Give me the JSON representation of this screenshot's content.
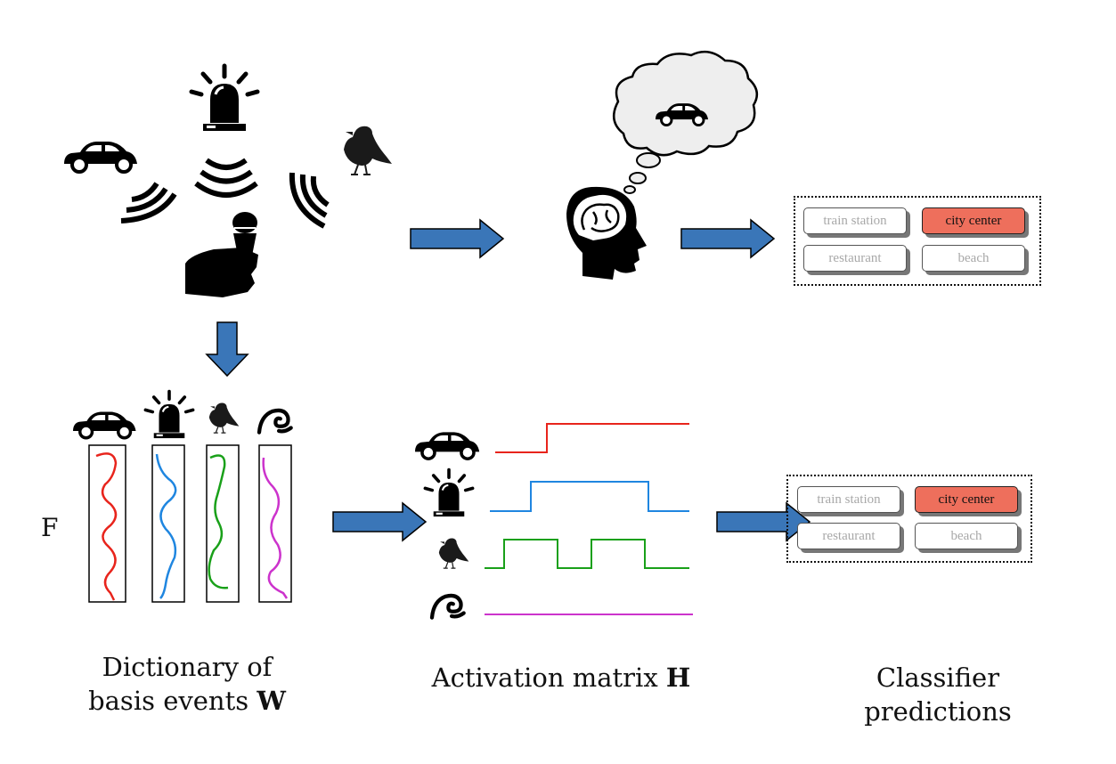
{
  "captions": {
    "dictionary_line1": "Dictionary of",
    "dictionary_line2": "basis events",
    "dictionary_symbol": "W",
    "activation": "Activation matrix",
    "activation_symbol": "H",
    "classifier": "Classifier predictions"
  },
  "axis": {
    "f_label": "F"
  },
  "predictions_top": {
    "labels": [
      "train station",
      "city center",
      "restaurant",
      "beach"
    ],
    "selected": "city center"
  },
  "predictions_bottom": {
    "labels": [
      "train station",
      "city center",
      "restaurant",
      "beach"
    ],
    "selected": "city center"
  },
  "icons": {
    "scene": [
      "car-icon",
      "siren-icon",
      "bird-icon",
      "microphone-hand-icon",
      "sound-wave-icon"
    ],
    "listener": [
      "head-brain-icon",
      "thought-cloud-icon"
    ],
    "basis_events": [
      "car",
      "siren",
      "bird",
      "wave"
    ]
  },
  "colors": {
    "arrow": "#3a76b8",
    "car": "#e8241c",
    "siren": "#1f86e0",
    "bird": "#19a019",
    "wave": "#cc33cc",
    "selected_chip": "#ee6f5c"
  },
  "activations": {
    "car": [
      0,
      1,
      1,
      1
    ],
    "siren": [
      0,
      1,
      1,
      0
    ],
    "bird": [
      0,
      1,
      0,
      1,
      0
    ],
    "wave": [
      0
    ]
  }
}
